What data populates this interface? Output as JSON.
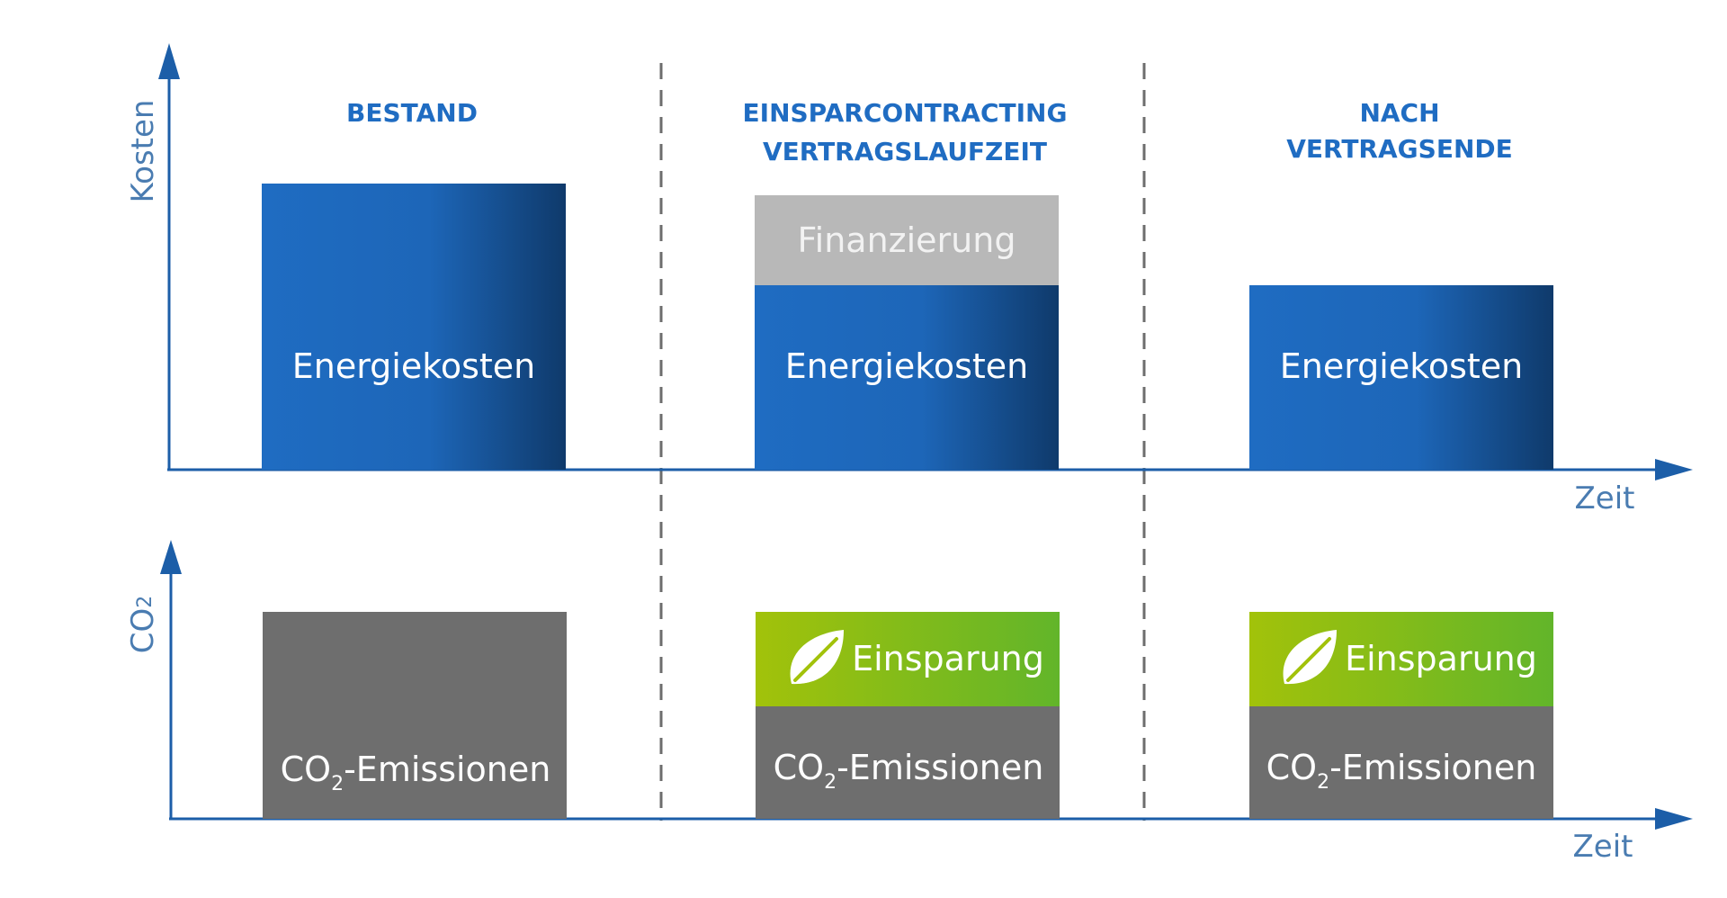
{
  "axes": {
    "top_ylabel": "Kosten",
    "bottom_ylabel": "CO",
    "bottom_ylabel_sub": "2",
    "xlabel_top": "Zeit",
    "xlabel_bottom": "Zeit"
  },
  "phases": [
    {
      "line1": "BESTAND",
      "line2": ""
    },
    {
      "line1": "EINSPARCONTRACTING",
      "line2": "VERTRAGSLAUFZEIT"
    },
    {
      "line1": "NACH",
      "line2": "VERTRAGSENDE"
    }
  ],
  "cost_bars": {
    "energy_label": "Energiekosten",
    "financing_label": "Finanzierung"
  },
  "co2_bars": {
    "emissions_prefix": "CO",
    "emissions_sub": "2",
    "emissions_suffix": "-Emissionen",
    "savings_label": "Einsparung"
  },
  "colors": {
    "axis": "#1c5ea8",
    "energy_light": "#1f6cc2",
    "energy_dark": "#0f3a6b",
    "financing": "#b8b8b8",
    "emissions": "#6e6e6e",
    "savings_light": "#a2c20a",
    "savings_dark": "#62b52a",
    "divider": "#6d6d6d"
  },
  "chart_data": [
    {
      "type": "bar",
      "categories": [
        "BESTAND",
        "EINSPARCONTRACTING VERTRAGSLAUFZEIT",
        "NACH VERTRAGSENDE"
      ],
      "ylabel": "Kosten",
      "xlabel": "Zeit",
      "series": [
        {
          "name": "Energiekosten",
          "values": [
            1.0,
            0.65,
            0.65
          ]
        },
        {
          "name": "Finanzierung",
          "values": [
            0,
            0.32,
            0
          ]
        }
      ],
      "stacked": true
    },
    {
      "type": "bar",
      "categories": [
        "BESTAND",
        "EINSPARCONTRACTING VERTRAGSLAUFZEIT",
        "NACH VERTRAGSENDE"
      ],
      "ylabel": "CO2",
      "xlabel": "Zeit",
      "series": [
        {
          "name": "CO2-Emissionen",
          "values": [
            1.0,
            0.55,
            0.55
          ]
        },
        {
          "name": "Einsparung",
          "values": [
            0,
            0.45,
            0.45
          ]
        }
      ],
      "stacked": true
    }
  ]
}
